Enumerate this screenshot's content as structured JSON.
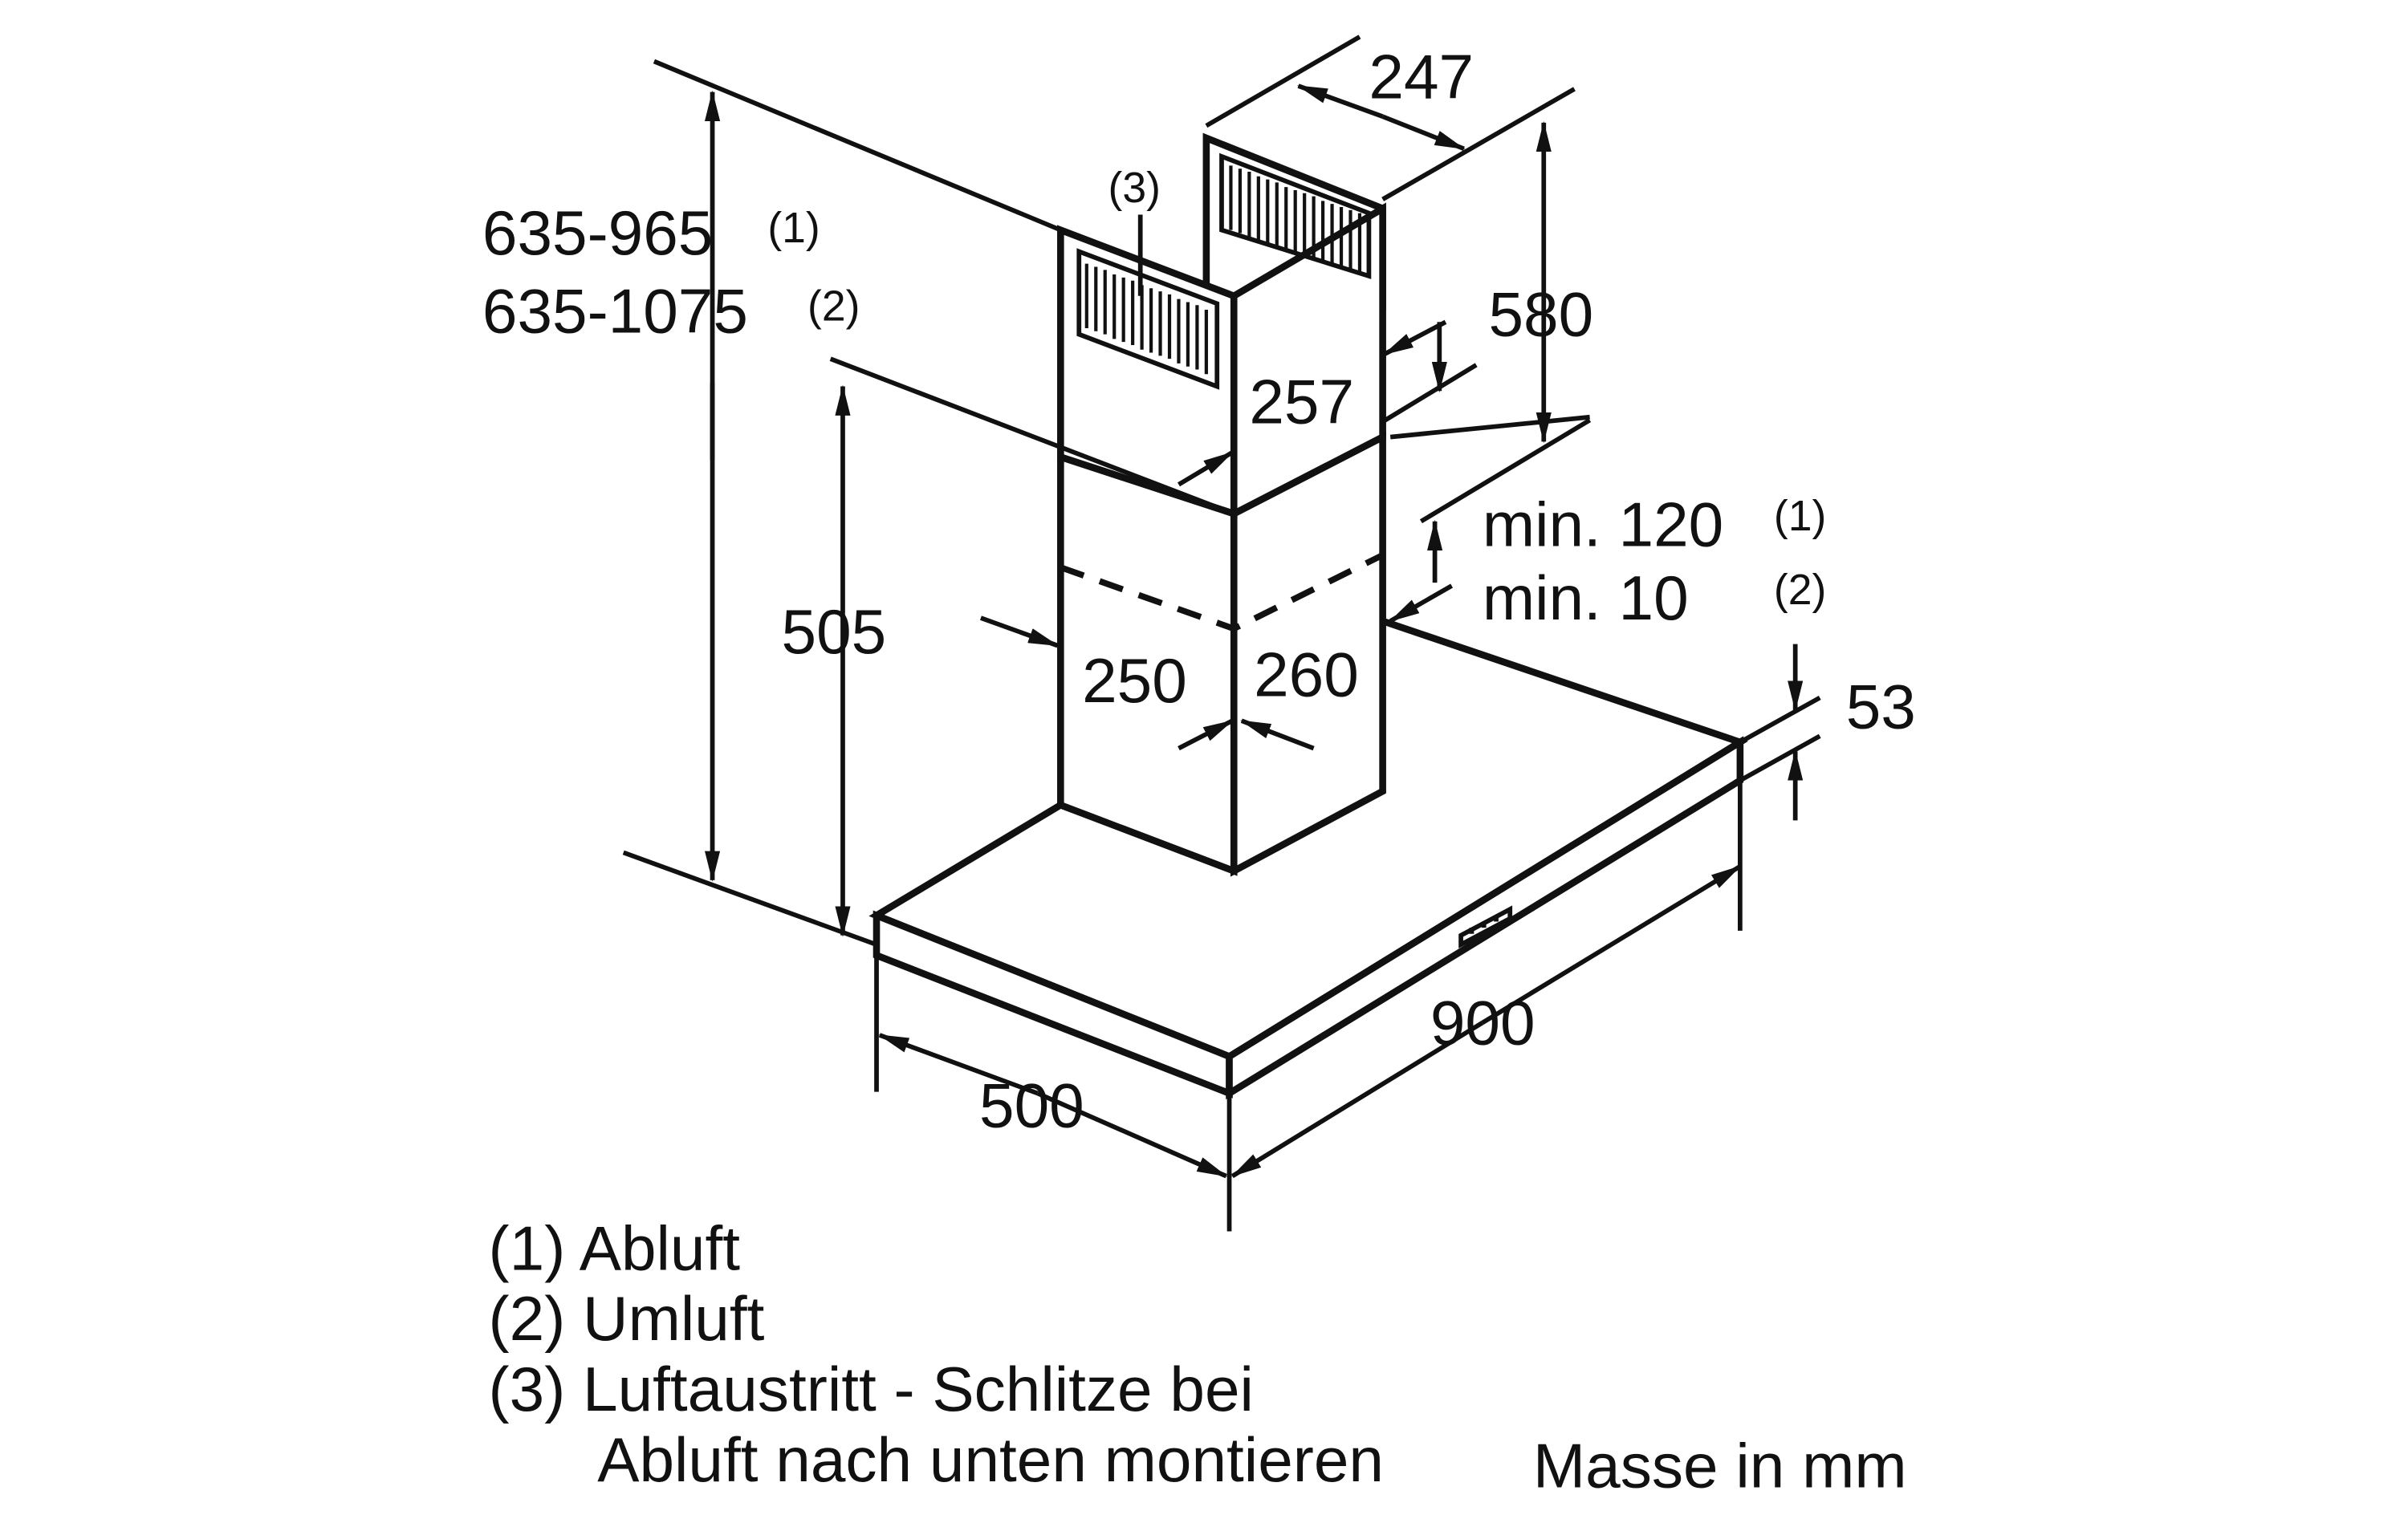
{
  "dimensions": {
    "total_height_1": "635-965",
    "total_height_1_note": "(1)",
    "total_height_2": "635-1075",
    "total_height_2_note": "(2)",
    "upper_chimney_width": "247",
    "upper_chimney_height": "580",
    "upper_chimney_depth": "257",
    "lower_chimney_height": "505",
    "lower_chimney_width": "250",
    "lower_chimney_depth": "260",
    "clearance_1": "min. 120",
    "clearance_1_note": "(1)",
    "clearance_2": "min. 10",
    "clearance_2_note": "(2)",
    "hood_thickness": "53",
    "hood_width": "900",
    "hood_depth": "500",
    "slots_note": "(3)"
  },
  "legend": {
    "line1": "(1) Abluft",
    "line2": "(2) Umluft",
    "line3": "(3) Luftaustritt - Schlitze bei",
    "line4": "Abluft nach unten montieren",
    "units": "Masse in mm"
  }
}
